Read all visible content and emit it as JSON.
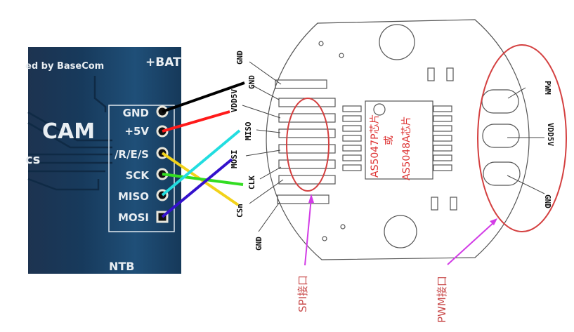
{
  "board": {
    "credit_text": "ed by BaseCom",
    "bat_label": "+BAT",
    "brand_fragment": "CAM",
    "sub_fragment": "cs",
    "bottom_label": "NTB",
    "header_pins": [
      {
        "label": "GND"
      },
      {
        "label": "+5V"
      },
      {
        "label": "/R/E/S"
      },
      {
        "label": "SCK"
      },
      {
        "label": "MISO"
      },
      {
        "label": "MOSI"
      }
    ]
  },
  "wires": [
    {
      "from": "GND",
      "to": "GND",
      "color": "#000000"
    },
    {
      "from": "+5V",
      "to": "VDD5V",
      "color": "#ff1a1a"
    },
    {
      "from": "/R/E/S",
      "to": "CSn",
      "color": "#f2d21a"
    },
    {
      "from": "SCK",
      "to": "CLK",
      "color": "#33dd22"
    },
    {
      "from": "MISO",
      "to": "MISO",
      "color": "#22dde0"
    },
    {
      "from": "MOSI",
      "to": "MOSI",
      "color": "#3311cc"
    }
  ],
  "encoder": {
    "spi_pins": [
      "GND",
      "VDD5V",
      "MISO",
      "MOSI",
      "CLK",
      "CSn"
    ],
    "gnd_top": "GND",
    "gnd_bottom": "GND",
    "chip_line1": "AS5047P芯片",
    "chip_or": "或",
    "chip_line2": "AS5048A芯片",
    "pwm_pins": [
      "PWM",
      "VDD5V",
      "GND"
    ],
    "spi_callout": "SPI接口",
    "pwm_callout": "PWM接口"
  },
  "colors": {
    "pcb_blue": "#1c3f63",
    "highlight_red": "#d44040",
    "callout_magenta": "#d23ce6"
  }
}
